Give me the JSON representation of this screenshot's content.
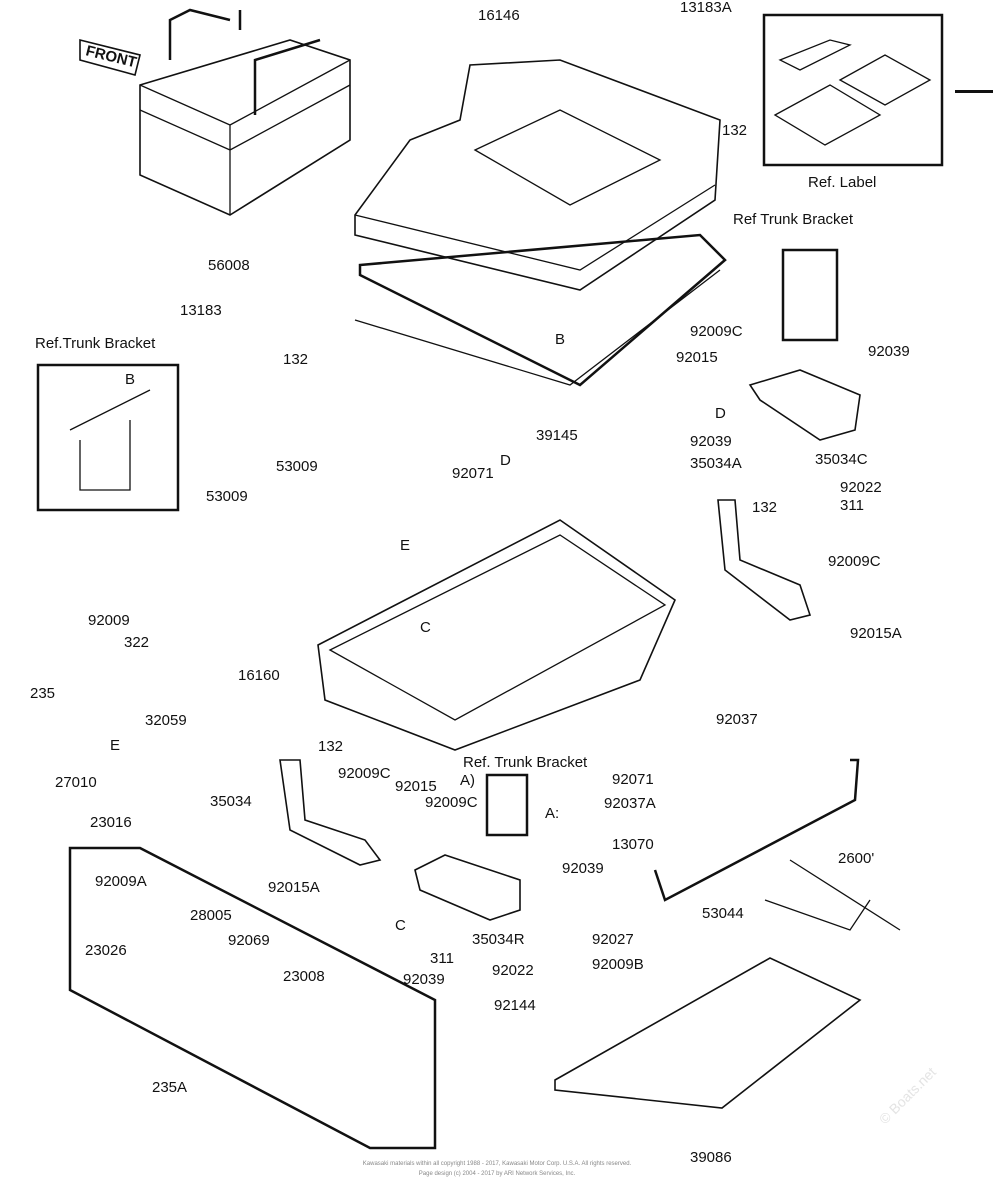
{
  "diagram": {
    "front_logo": "FRONT",
    "labels": [
      "16146",
      "13183A",
      "132",
      "Ref. Label",
      "Ref  Trunk Bracket",
      "56008",
      "13183",
      "132",
      "B",
      "39145",
      "Ref.Trunk Bracket",
      "B",
      "92009C",
      "92015",
      "92039",
      "D",
      "92039",
      "35034A",
      "35034C",
      "92022",
      "311",
      "132",
      "92009C",
      "92015A",
      "53009",
      "92071",
      "D",
      "53009",
      "E",
      "C",
      "92009",
      "322",
      "235",
      "32059",
      "E",
      "27010",
      "16160",
      "92037",
      "132",
      "Ref. Trunk Bracket",
      "A)",
      "92071",
      "35034",
      "92009C",
      "92015",
      "92009C",
      "92037A",
      "A:",
      "23016",
      "13070",
      "92039",
      "2600'",
      "92009A",
      "92015A",
      "28005",
      "35034R",
      "92027",
      "53044",
      "C",
      "23026",
      "92069",
      "311",
      "92022",
      "92009B",
      "92039",
      "23008",
      "92144",
      "235A",
      "39086"
    ],
    "watermark": "© Boats.net",
    "copyright_lines": [
      "Kawasaki materials within all copyright 1988 - 2017, Kawasaki Motor Corp. U.S.A. All rights reserved.",
      "Page design (c) 2004 - 2017 by ARI Network Services, Inc."
    ]
  }
}
